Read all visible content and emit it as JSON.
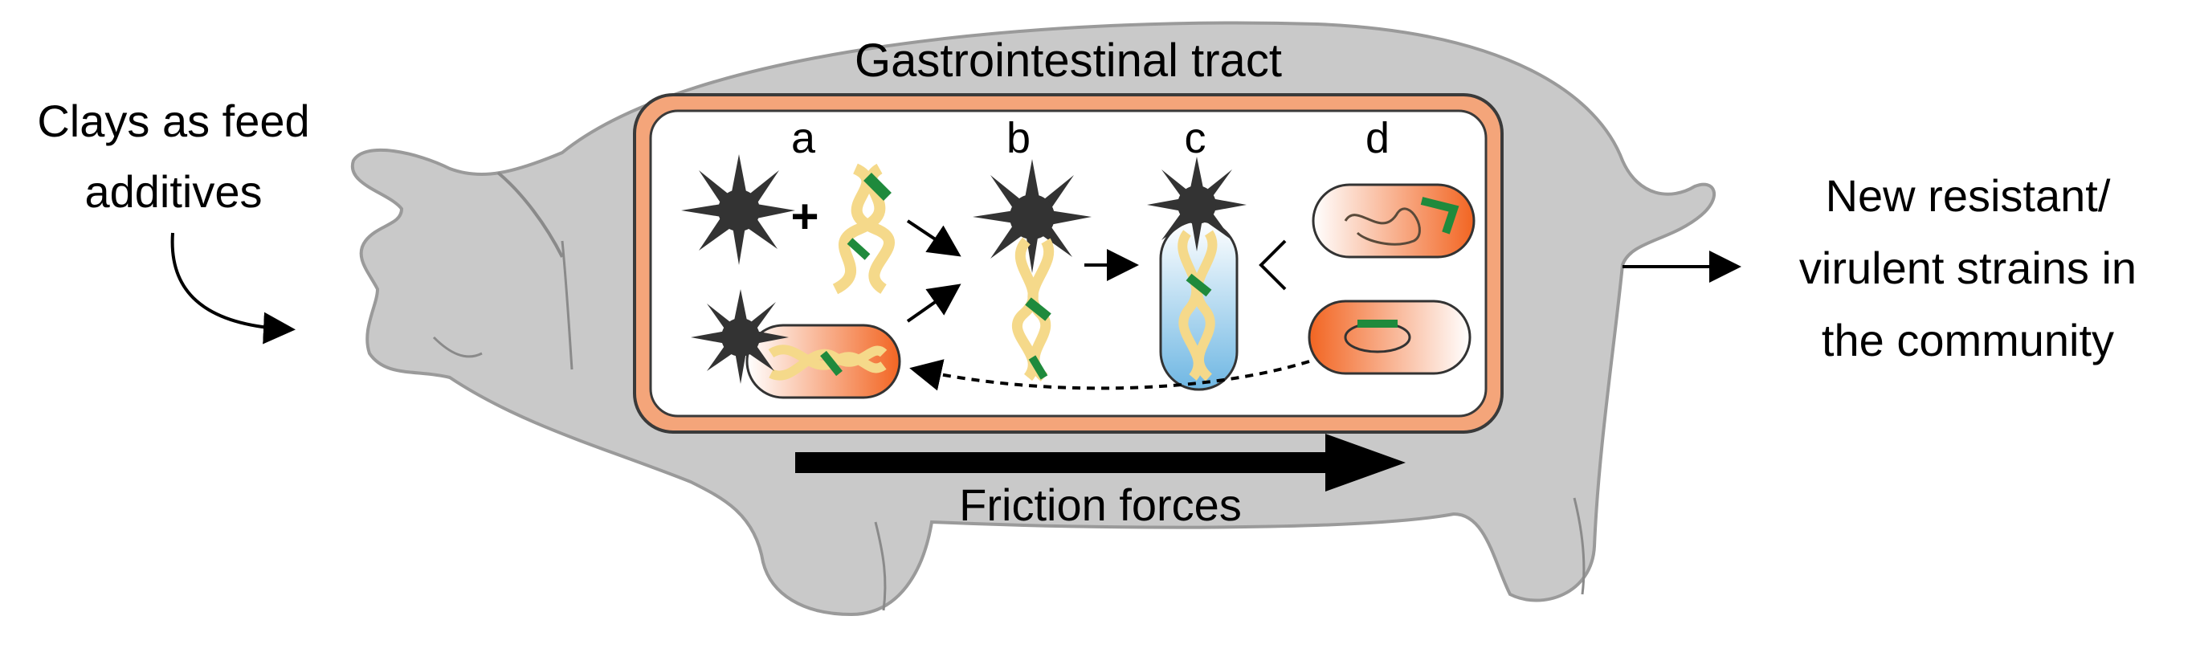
{
  "labels": {
    "left_line1": "Clays as feed",
    "left_line2": "additives",
    "right_line1": "New resistant/",
    "right_line2": "virulent strains in",
    "right_line3": "the community",
    "tract": "Gastrointestinal tract",
    "friction": "Friction forces",
    "plus": "+"
  },
  "steps": [
    "a",
    "b",
    "c",
    "d"
  ],
  "colors": {
    "pig_body": "#c9c9c9",
    "tract_border": "#f4a57a",
    "tract_fill": "#ffffff",
    "bacterium_orange": "#f26522",
    "bacterium_blue": "#6fb7e3",
    "dna_strand": "#f5d98a",
    "dna_highlight": "#1f8a3c",
    "clay_particle": "#333333"
  }
}
